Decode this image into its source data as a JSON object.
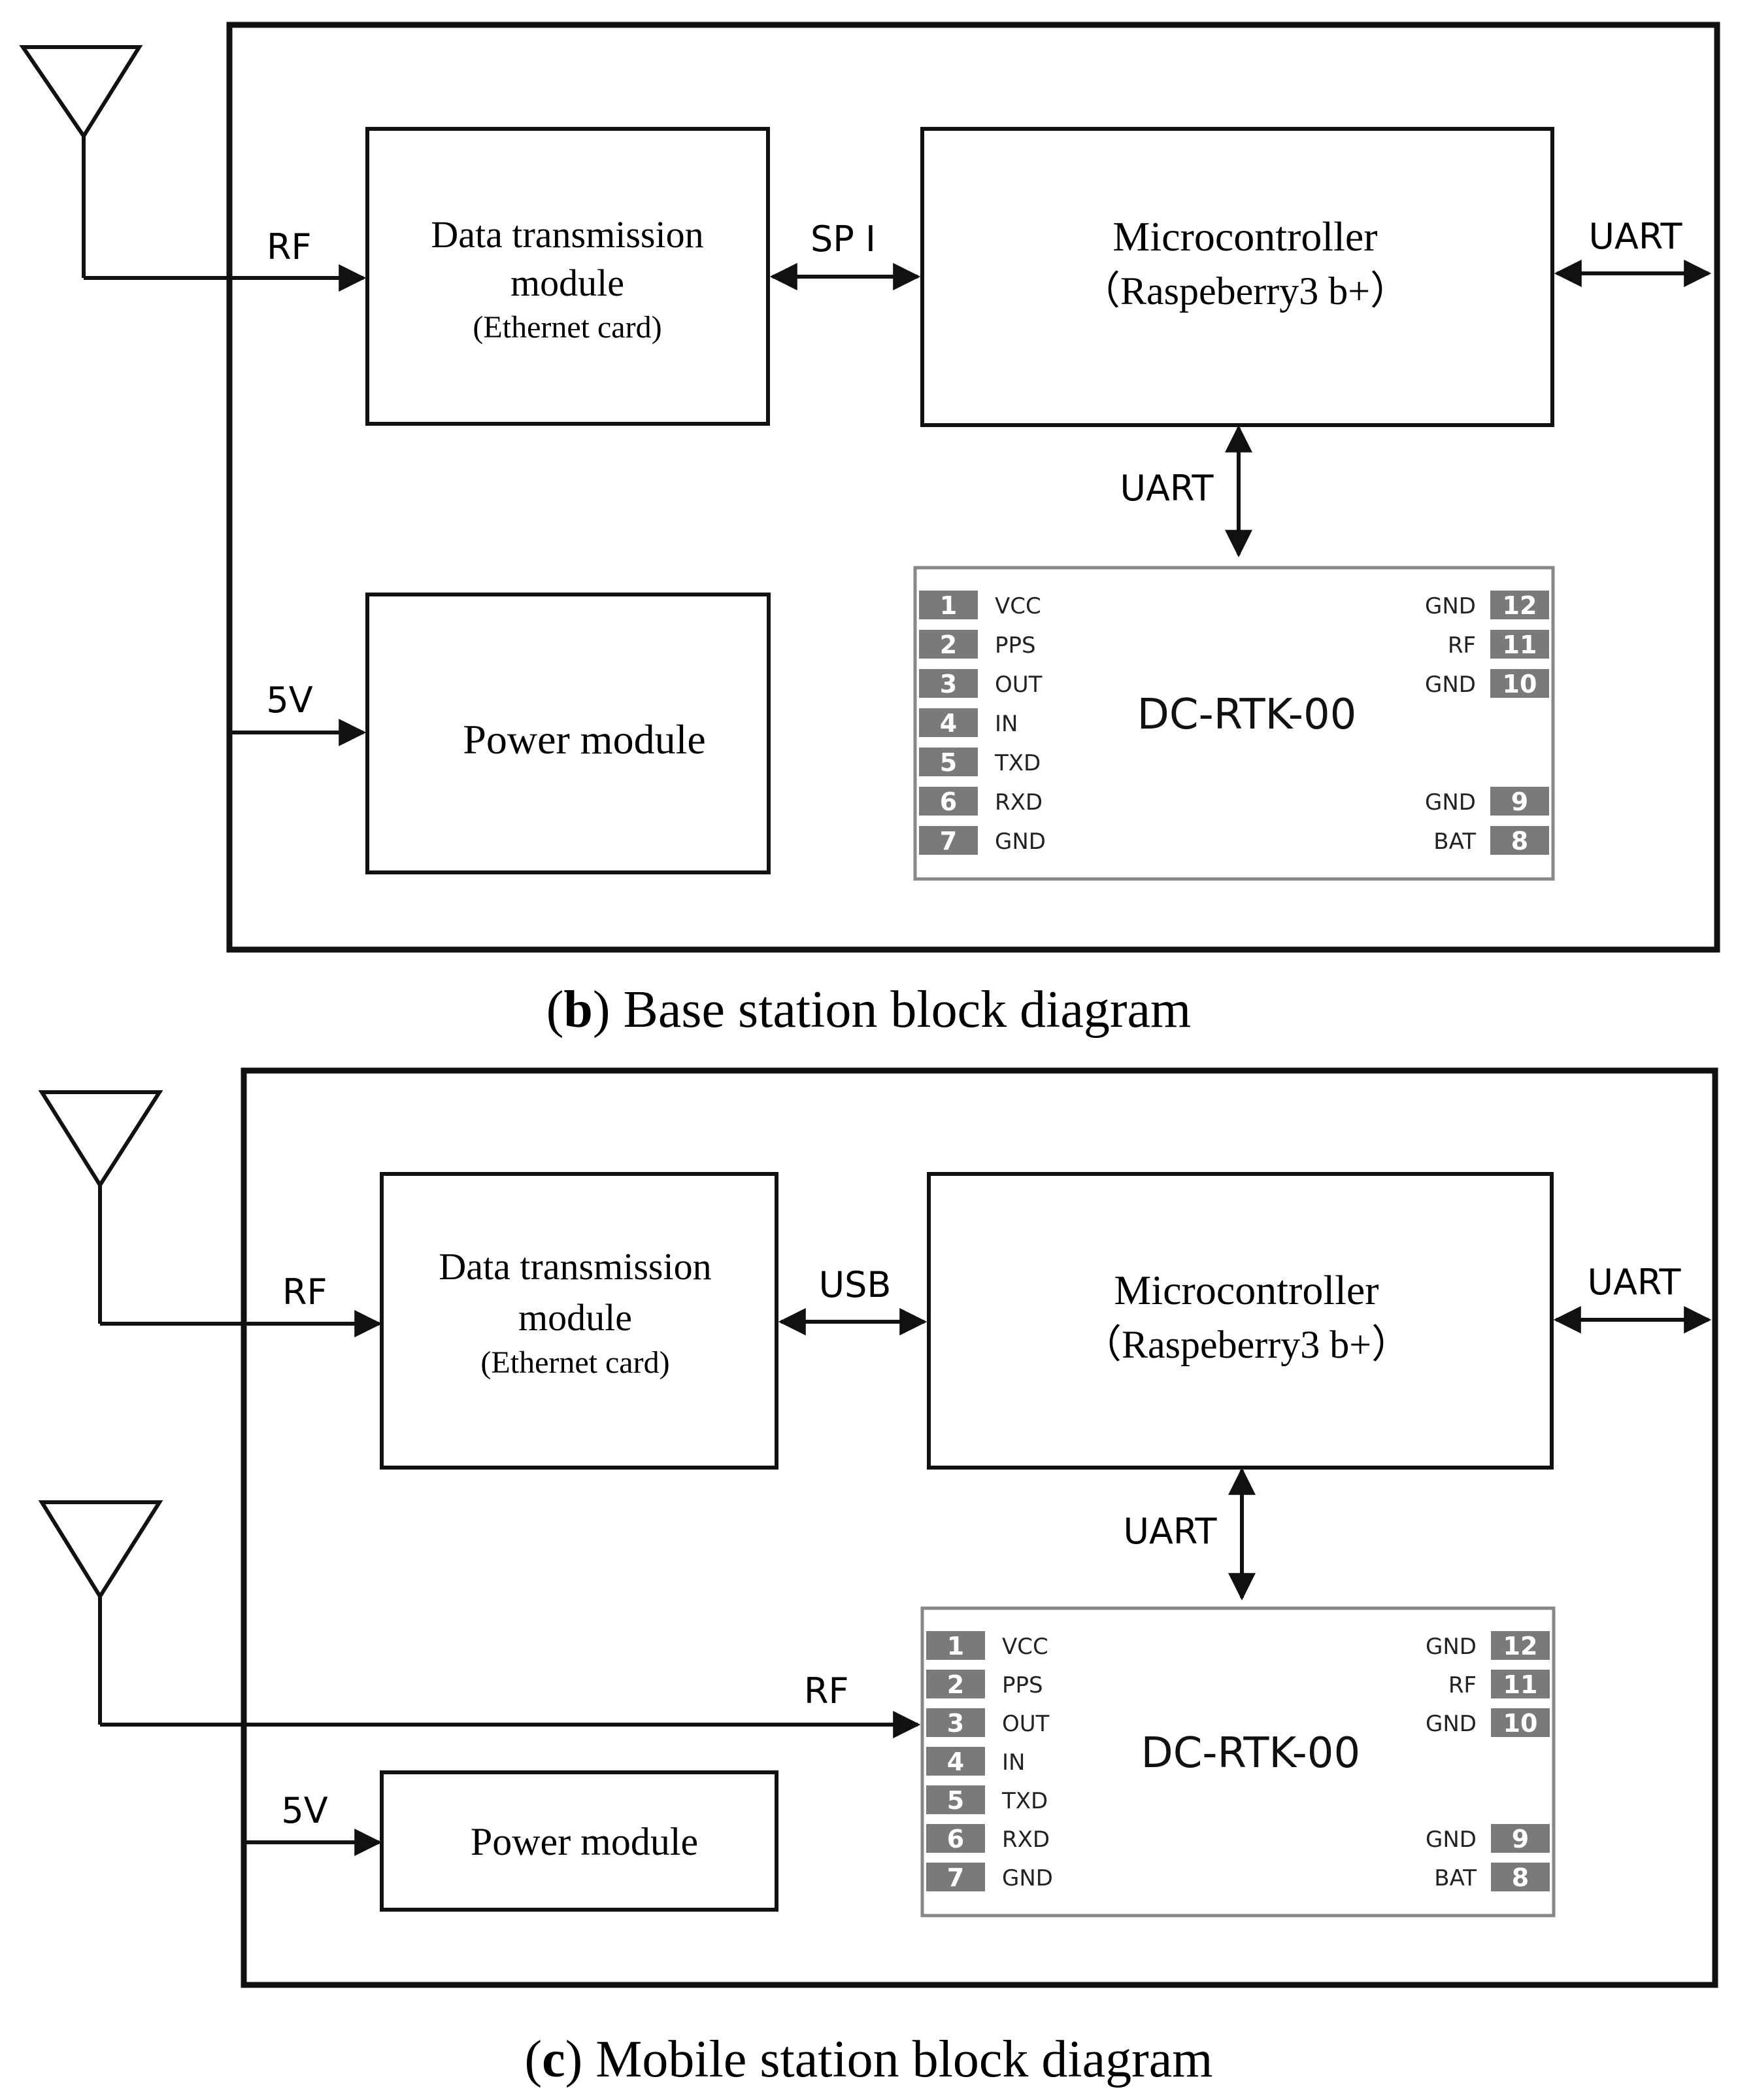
{
  "diagrams": [
    {
      "caption_letter": "b",
      "caption_text": " Base station block diagram",
      "labels": {
        "rf": "RF",
        "v5": "5V",
        "bus": "SP I",
        "uart_right": "UART",
        "uart_down": "UART"
      },
      "data_module": [
        "Data transmission",
        "module",
        "(Ethernet card)"
      ],
      "micro": [
        "Microcontroller",
        "（Raspeberry3 b+）"
      ],
      "power": "Power module"
    },
    {
      "caption_letter": "c",
      "caption_text": " Mobile station block diagram",
      "labels": {
        "rf": "RF",
        "rf2": "RF",
        "v5": "5V",
        "bus": "USB",
        "uart_right": "UART",
        "uart_down": "UART"
      },
      "data_module": [
        "Data transmission",
        "module",
        "(Ethernet card)"
      ],
      "micro": [
        "Microcontroller",
        "（Raspeberry3 b+）"
      ],
      "power": "Power module"
    }
  ],
  "rtk_module": {
    "title": "DC-RTK-00",
    "left_pins": [
      {
        "num": "1",
        "name": "VCC"
      },
      {
        "num": "2",
        "name": "PPS"
      },
      {
        "num": "3",
        "name": "OUT"
      },
      {
        "num": "4",
        "name": "IN"
      },
      {
        "num": "5",
        "name": "TXD"
      },
      {
        "num": "6",
        "name": "RXD"
      },
      {
        "num": "7",
        "name": "GND"
      }
    ],
    "right_pins_top": [
      {
        "num": "12",
        "name": "GND"
      },
      {
        "num": "11",
        "name": "RF"
      },
      {
        "num": "10",
        "name": "GND"
      }
    ],
    "right_pins_bottom": [
      {
        "num": "9",
        "name": "GND"
      },
      {
        "num": "8",
        "name": "BAT"
      }
    ],
    "pin_fill": "#7a7a7a",
    "pin_text": "#ffffff"
  }
}
